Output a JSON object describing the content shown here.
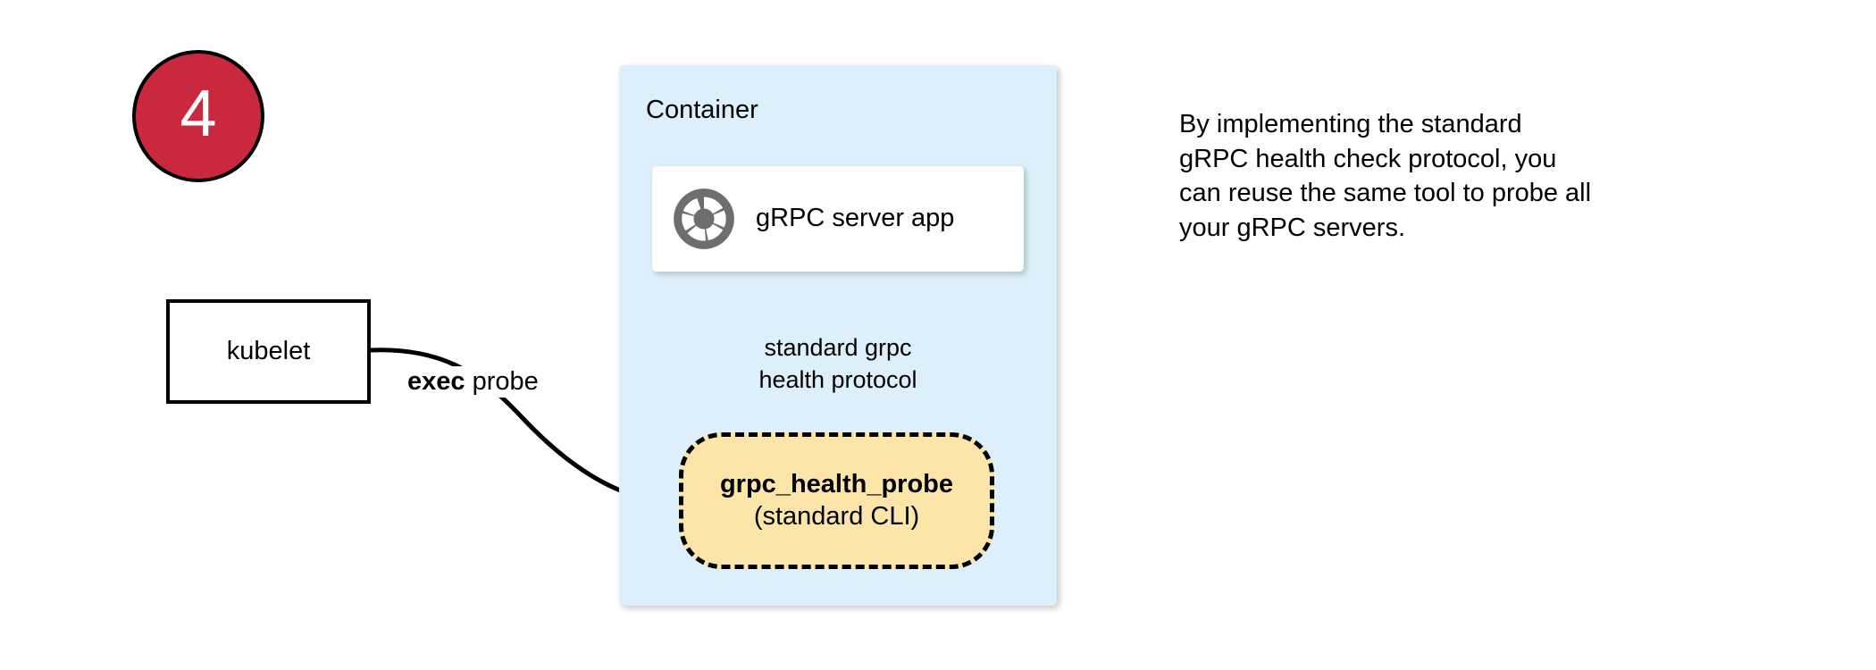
{
  "step": {
    "number": "4"
  },
  "container": {
    "title": "Container",
    "fill_color": "#DDEFFA"
  },
  "server_card": {
    "label": "gRPC server app",
    "icon": "aperture-icon",
    "icon_color": "#6E6E6E"
  },
  "kubelet": {
    "label": "kubelet"
  },
  "exec_probe_edge": {
    "label_bold": "exec",
    "label_rest": " probe"
  },
  "probe": {
    "title": "grpc_health_probe",
    "subtitle": "(standard CLI)",
    "fill_color": "#FCE5A8",
    "border_color": "#000000"
  },
  "protocol_edge": {
    "line1": "standard grpc",
    "line2": "health protocol"
  },
  "note": {
    "line1": "By implementing the standard",
    "line2": "gRPC health check protocol, you",
    "line3": "can reuse the same tool to probe all",
    "line4": "your gRPC servers."
  },
  "colors": {
    "badge_red": "#C9283E",
    "badge_text": "#FFFFFF",
    "stroke": "#000000",
    "page_background": "#FFFFFF"
  }
}
